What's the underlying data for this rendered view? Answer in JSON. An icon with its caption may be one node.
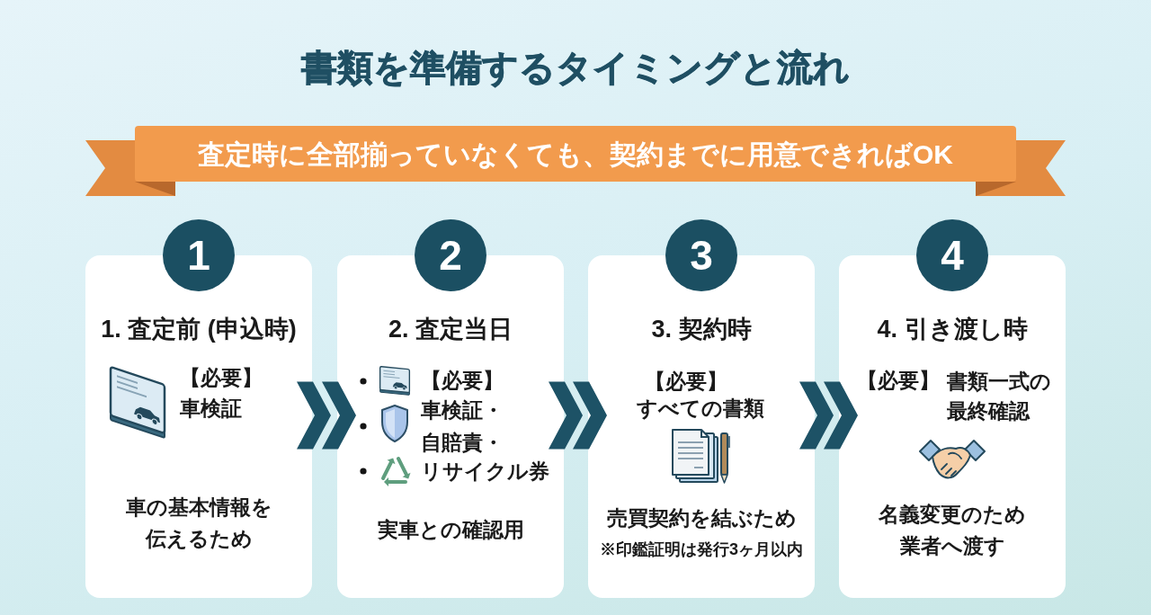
{
  "diagram": {
    "title": "書類を準備するタイミングと流れ",
    "nodes": [
      {
        "text": [
          "査定時に全部揃っていなくても、契約までに用意できればOK"
        ]
      },
      {
        "text": [
          "1"
        ]
      },
      {
        "text": [
          "1. 査定前 (申込時)",
          "【必要】",
          "車検証",
          "車の基本情報を伝えるため"
        ]
      },
      {
        "text": [
          "2"
        ]
      },
      {
        "text": [
          "2. 査定当日",
          "【必要】",
          "車検証・",
          "自賠責・",
          "リサイクル券",
          "実車との確認用"
        ]
      },
      {
        "text": [
          "3"
        ]
      },
      {
        "text": [
          "3. 契約時",
          "【必要】",
          "すべての書類",
          "売買契約を結ぶため",
          "※印鑑証明は発行3ヶ月以内"
        ]
      },
      {
        "text": [
          "4"
        ]
      },
      {
        "text": [
          "4. 引き渡し時",
          "【必要】",
          "書類一式の最終確認",
          "名義変更のため業者へ渡す"
        ]
      }
    ],
    "edges": [
      {
        "from": 2,
        "to": 4,
        "arrow": "to"
      },
      {
        "from": 4,
        "to": 6,
        "arrow": "to"
      },
      {
        "from": 6,
        "to": 8,
        "arrow": "to"
      }
    ]
  }
}
